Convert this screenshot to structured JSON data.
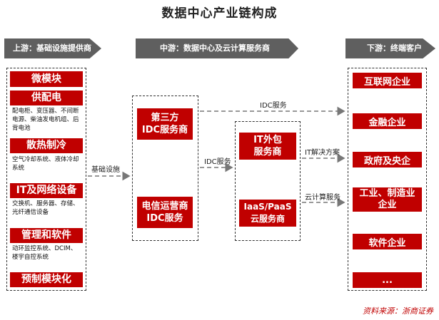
{
  "title": "数据中心产业链构成",
  "stages": {
    "upstream": "上游：基础设施提供商",
    "midstream": "中游：数据中心及云计算服务商",
    "downstream": "下游：终端客户"
  },
  "upstream": {
    "micro_module": "微模块",
    "power": {
      "head": "供配电",
      "detail": "配电柜、变压器、不间断电源、柴油发电机组、后背电池"
    },
    "cooling": {
      "head": "散热制冷",
      "detail": "空气冷却系统、液体冷却系统"
    },
    "it_network": {
      "head": "IT及网络设备",
      "detail": "交换机、服务器、存储、光纤通信设备"
    },
    "management": {
      "head": "管理和软件",
      "detail": "动环监控系统、DCIM、楼宇自控系统"
    },
    "prefab": "预制模块化"
  },
  "midstream": {
    "third_party_idc": "第三方\nIDC服务商",
    "telecom_idc": "电信运营商\nIDC服务",
    "it_outsourcing": "IT外包\n服务商",
    "iaas_paas": "IaaS/PaaS\n云服务商"
  },
  "downstream": [
    "互联网企业",
    "金融企业",
    "政府及央企",
    "工业、制造业\n企业",
    "软件企业",
    "..."
  ],
  "flow_labels": {
    "infrastructure": "基础设施",
    "idc_service_top": "IDC服务",
    "idc_service_mid": "IDC服务",
    "it_solution": "IT解决方案",
    "cloud_service": "云计算服务"
  },
  "source": "资料来源：浙商证券",
  "colors": {
    "accent": "#c00000",
    "stage_bar": "#5f5f5f"
  }
}
